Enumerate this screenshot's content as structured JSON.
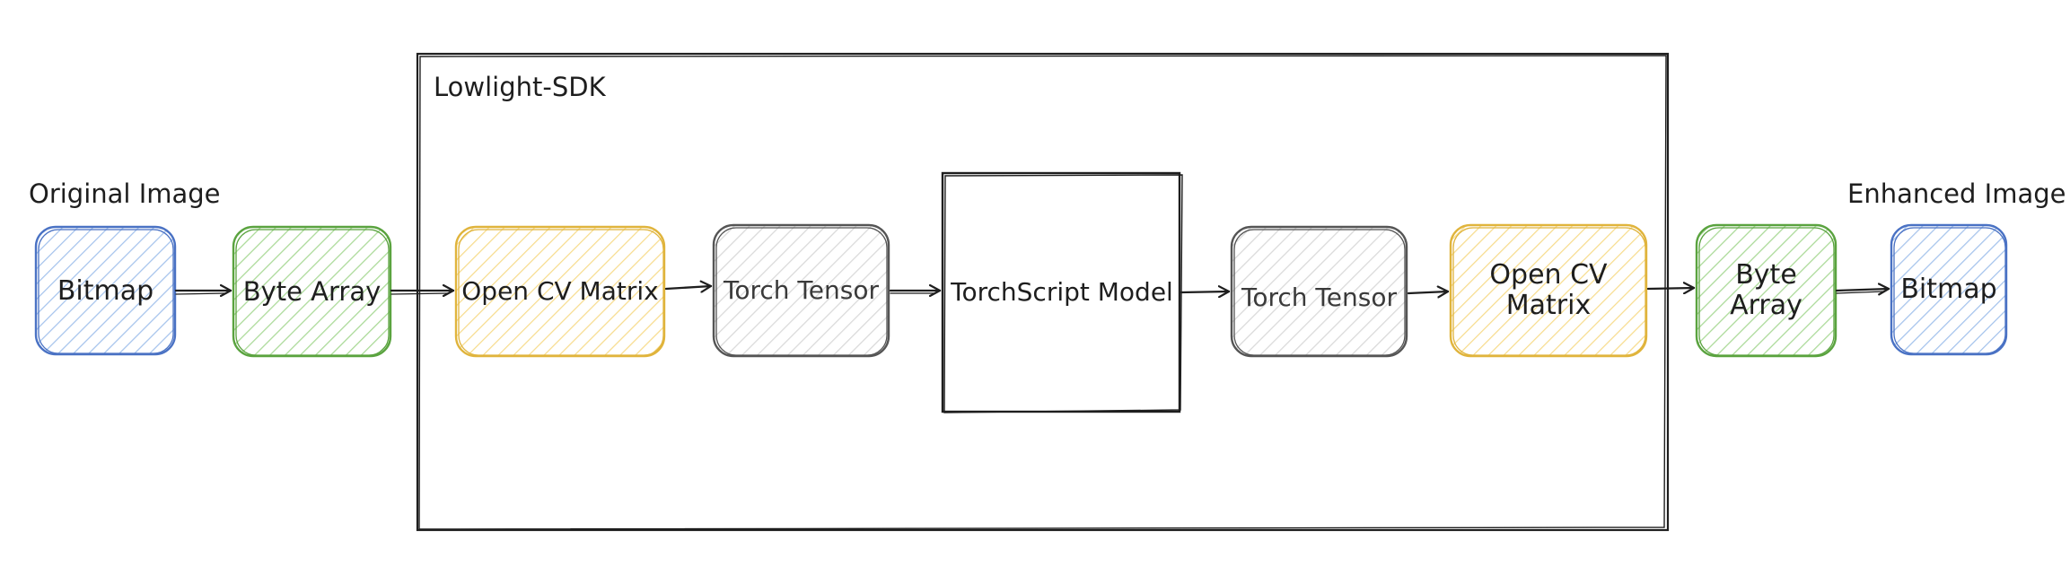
{
  "colors": {
    "blue_stroke": "#4a72c4",
    "blue_fill": "#a5c3ec",
    "green_stroke": "#5aa33f",
    "green_fill": "#a9d996",
    "yellow_stroke": "#e0b43c",
    "yellow_fill": "#f7dc8e",
    "gray_stroke": "#555555",
    "gray_fill": "#d6d6d6",
    "ink": "#1e1e1e"
  },
  "labels": {
    "original": "Original Image",
    "enhanced": "Enhanced Image",
    "sdk": "Lowlight-SDK"
  },
  "nodes": {
    "bitmap_in": {
      "text": "Bitmap",
      "color": "blue"
    },
    "bytes_in": {
      "text": "Byte Array",
      "color": "green"
    },
    "cv_in": {
      "text": "Open CV Matrix",
      "color": "yellow"
    },
    "tensor_in": {
      "text": "Torch Tensor",
      "color": "gray"
    },
    "model": {
      "text": "TorchScript Model",
      "color": "none"
    },
    "tensor_out": {
      "text": "Torch Tensor",
      "color": "gray"
    },
    "cv_out": {
      "line1": "Open CV",
      "line2": "Matrix",
      "color": "yellow"
    },
    "bytes_out": {
      "line1": "Byte",
      "line2": "Array",
      "color": "green"
    },
    "bitmap_out": {
      "text": "Bitmap",
      "color": "blue"
    }
  }
}
